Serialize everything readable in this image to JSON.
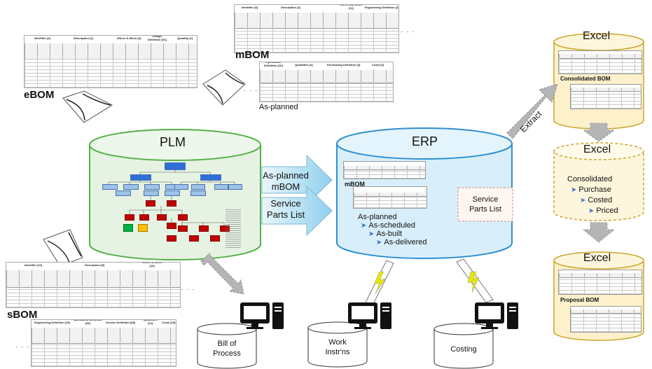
{
  "colors": {
    "plm_fill": "#e6f3e3",
    "plm_stroke": "#55b047",
    "erp_fill": "#d8effb",
    "erp_stroke": "#2f8fd0",
    "excel_fill": "#fdf1cc",
    "excel_stroke": "#c9a52c",
    "arrow_fill": "#c8e6f4",
    "gray_arrow": "#b5b5b5",
    "lightning": "#e6e600",
    "org_blue": "#2f6fd8",
    "org_light": "#9dc3e6",
    "org_red": "#c00000",
    "org_green": "#00b050",
    "org_yellow": "#ffc000"
  },
  "plm": {
    "label": "PLM"
  },
  "erp": {
    "label": "ERP",
    "mbom_label": "mBOM",
    "service_parts": "Service\nParts List",
    "steps": {
      "s1": "As-planned",
      "s2": "As-scheduled",
      "s3": "As-built",
      "s4": "As-delivered"
    }
  },
  "flow_arrows": {
    "a1": "As-planned\nmBOM",
    "a2": "Service\nParts List"
  },
  "extract_label": "Extract",
  "excel": {
    "top": {
      "label": "Excel",
      "caption": "Consolidated BOM"
    },
    "middle": {
      "label": "Excel",
      "title": "Consolidated",
      "items": {
        "i1": "Purchase",
        "i2": "Costed",
        "i3": "Priced"
      }
    },
    "bottom": {
      "label": "Excel",
      "caption": "Proposal BOM"
    }
  },
  "tables": {
    "ebom": {
      "label": "eBOM",
      "headers": {
        "h1": "Identifier [4]",
        "h2": "Description [1]",
        "h3": "Where & When [3]",
        "h4": "Design\nDefinition [01]",
        "h5": "Quantity [1]"
      }
    },
    "mbom": {
      "label": "mBOM",
      "headers": {
        "h1": "Identifier [3]",
        "h2": "Description [2]",
        "h3": "Where and When\n[11]",
        "h4": "Engineering Definition [3]"
      }
    },
    "asplanned": {
      "label": "As-planned",
      "headers": {
        "h1": "Operations\nDefinition [16]",
        "h2": "Quantities [2]",
        "h3": "Purchasing Definition [4]",
        "h4": "Costs [2]"
      }
    },
    "sbom": {
      "label": "sBOM",
      "headers": {
        "h1": "Identifier [12]",
        "h2": "Description [8]",
        "h3": "Where & When\n[16]"
      }
    },
    "sbom2": {
      "headers": {
        "h1": "Engineering Definition [19]",
        "h2": "Operations Definition\n[26]",
        "h3": "Service Definition [68]",
        "h4": "Quantities\n[12]",
        "h5": "Costs [18]"
      }
    }
  },
  "ellipsis": "· · ·",
  "bottom_items": {
    "b1": "Bill of\nProcess",
    "b2": "Work\nInstr'ns",
    "b3": "Costing"
  },
  "icons": {
    "computer": "computer-icon",
    "database": "database-icon",
    "lightning": "lightning-bolt-icon"
  }
}
